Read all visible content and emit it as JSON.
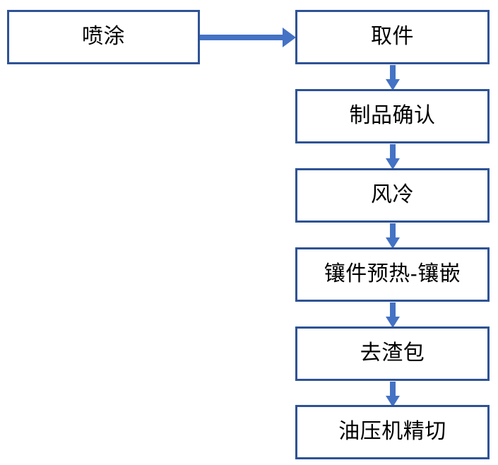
{
  "diagram": {
    "title": "",
    "type": "process-flowchart",
    "colors": {
      "node_border": "#2e5395",
      "node_fill": "#ffffff",
      "arrow": "#4472c4",
      "text": "#000000",
      "background": "#ffffff"
    },
    "start_node": {
      "id": "spray",
      "label": "喷涂"
    },
    "steps": [
      {
        "id": "pickup",
        "label": "取件"
      },
      {
        "id": "product-check",
        "label": "制品确认"
      },
      {
        "id": "air-cooling",
        "label": "风冷"
      },
      {
        "id": "insert-preheat",
        "label": "镶件预热-镶嵌"
      },
      {
        "id": "deburr",
        "label": "去渣包"
      },
      {
        "id": "hydraulic-trim",
        "label": "油压机精切"
      }
    ],
    "connectors": [
      {
        "id": "spray-to-pickup",
        "from": "spray",
        "to": "pickup",
        "direction": "right"
      },
      {
        "id": "pickup-to-product-check",
        "from": "pickup",
        "to": "product-check",
        "direction": "down"
      },
      {
        "id": "product-check-to-air-cooling",
        "from": "product-check",
        "to": "air-cooling",
        "direction": "down"
      },
      {
        "id": "air-cooling-to-insert-preheat",
        "from": "air-cooling",
        "to": "insert-preheat",
        "direction": "down"
      },
      {
        "id": "insert-preheat-to-deburr",
        "from": "insert-preheat",
        "to": "deburr",
        "direction": "down"
      },
      {
        "id": "deburr-to-hydraulic-trim",
        "from": "deburr",
        "to": "hydraulic-trim",
        "direction": "down"
      }
    ]
  }
}
